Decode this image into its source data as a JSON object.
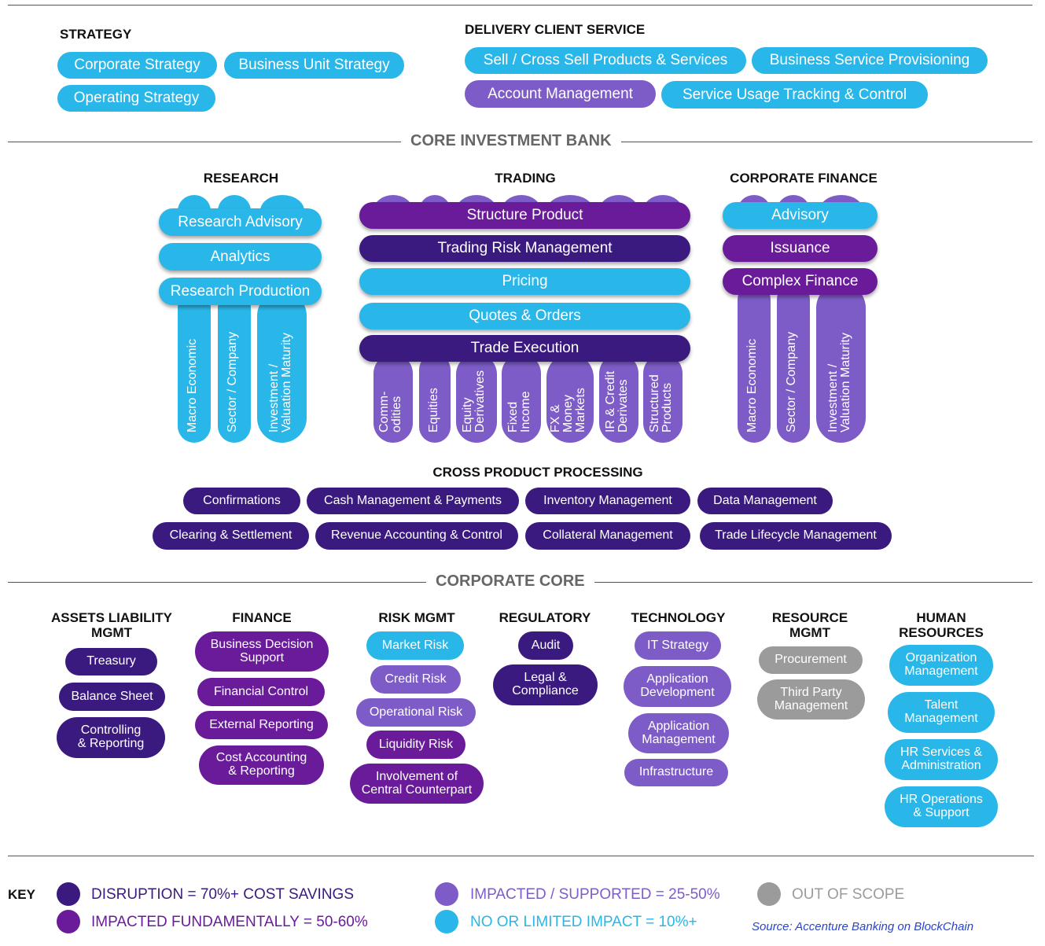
{
  "colors": {
    "disruption": "#3b1a80",
    "impacted_fundamentally": "#6a1b9a",
    "impacted_supported": "#7e5cc8",
    "limited_impact": "#29b6e8",
    "out_of_scope": "#9b9b9b"
  },
  "strategy": {
    "title": "STRATEGY",
    "items": [
      "Corporate Strategy",
      "Business Unit Strategy",
      "Operating Strategy"
    ]
  },
  "delivery": {
    "title": "DELIVERY CLIENT SERVICE",
    "items": [
      "Sell / Cross Sell Products & Services",
      "Business Service Provisioning",
      "Account Management",
      "Service Usage Tracking & Control"
    ]
  },
  "core_investment_bank": {
    "title": "CORE INVESTMENT BANK",
    "research": {
      "title": "RESEARCH",
      "rows": [
        "Research Advisory",
        "Analytics",
        "Research Production"
      ],
      "columns": [
        "Macro Economic",
        "Sector / Company",
        "Investment /\nValuation Maturity"
      ]
    },
    "trading": {
      "title": "TRADING",
      "rows": [
        "Structure Product",
        "Trading Risk Management",
        "Pricing",
        "Quotes & Orders",
        "Trade Execution"
      ],
      "columns": [
        "Comm-\nodities",
        "Equities",
        "Equity\nDerivatives",
        "Fixed\nIncome",
        "FX &\nMoney\nMarkets",
        "IR & Credit\nDerivates",
        "Structured\nProducts"
      ]
    },
    "corporate_finance": {
      "title": "CORPORATE FINANCE",
      "rows": [
        "Advisory",
        "Issuance",
        "Complex Finance"
      ],
      "columns": [
        "Macro Economic",
        "Sector / Company",
        "Investment /\nValuation Maturity"
      ]
    }
  },
  "cross_product": {
    "title": "CROSS PRODUCT PROCESSING",
    "items": [
      "Confirmations",
      "Cash Management & Payments",
      "Inventory Management",
      "Data Management",
      "Clearing & Settlement",
      "Revenue Accounting & Control",
      "Collateral Management",
      "Trade Lifecycle Management"
    ]
  },
  "corporate_core": {
    "title": "CORPORATE  CORE",
    "assets": {
      "title": "ASSETS LIABILITY\nMGMT",
      "items": [
        "Treasury",
        "Balance Sheet",
        "Controlling\n& Reporting"
      ]
    },
    "finance": {
      "title": "FINANCE",
      "items": [
        "Business Decision\nSupport",
        "Financial Control",
        "External Reporting",
        "Cost Accounting\n& Reporting"
      ]
    },
    "risk": {
      "title": "RISK MGMT",
      "items": [
        "Market Risk",
        "Credit Risk",
        "Operational Risk",
        "Liquidity Risk",
        "Involvement of\nCentral Counterpart"
      ]
    },
    "regulatory": {
      "title": "REGULATORY",
      "items": [
        "Audit",
        "Legal &\nCompliance"
      ]
    },
    "technology": {
      "title": "TECHNOLOGY",
      "items": [
        "IT Strategy",
        "Application\nDevelopment",
        "Application\nManagement",
        "Infrastructure"
      ]
    },
    "resource": {
      "title": "RESOURCE\nMGMT",
      "items": [
        "Procurement",
        "Third Party\nManagement"
      ]
    },
    "hr": {
      "title": "HUMAN\nRESOURCES",
      "items": [
        "Organization\nManagement",
        "Talent\nManagement",
        "HR Services &\nAdministration",
        "HR Operations\n& Support"
      ]
    }
  },
  "key": {
    "title": "KEY",
    "items": [
      "DISRUPTION = 70%+ COST SAVINGS",
      "IMPACTED FUNDAMENTALLY = 50-60%",
      "IMPACTED / SUPPORTED = 25-50%",
      "NO OR LIMITED IMPACT = 10%+",
      "OUT OF SCOPE"
    ]
  },
  "source": "Source: Accenture Banking on BlockChain"
}
